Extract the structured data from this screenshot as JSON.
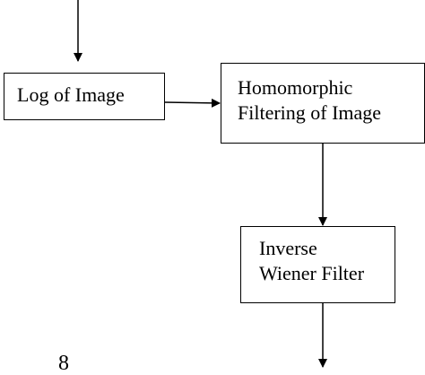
{
  "diagram": {
    "nodes": {
      "log_of_image": {
        "lines": [
          "Log of Image"
        ]
      },
      "homomorphic_filtering": {
        "lines": [
          "Homomorphic",
          "Filtering of Image"
        ]
      },
      "inverse_wiener": {
        "lines": [
          "Inverse",
          "Wiener Filter"
        ]
      }
    },
    "edges": [
      {
        "from": "input",
        "to": "log_of_image"
      },
      {
        "from": "log_of_image",
        "to": "homomorphic_filtering"
      },
      {
        "from": "homomorphic_filtering",
        "to": "inverse_wiener"
      },
      {
        "from": "inverse_wiener",
        "to": "output"
      }
    ],
    "cropped_text": "8",
    "colors": {
      "stroke": "#000000",
      "fill": "#ffffff",
      "text": "#000000"
    }
  }
}
